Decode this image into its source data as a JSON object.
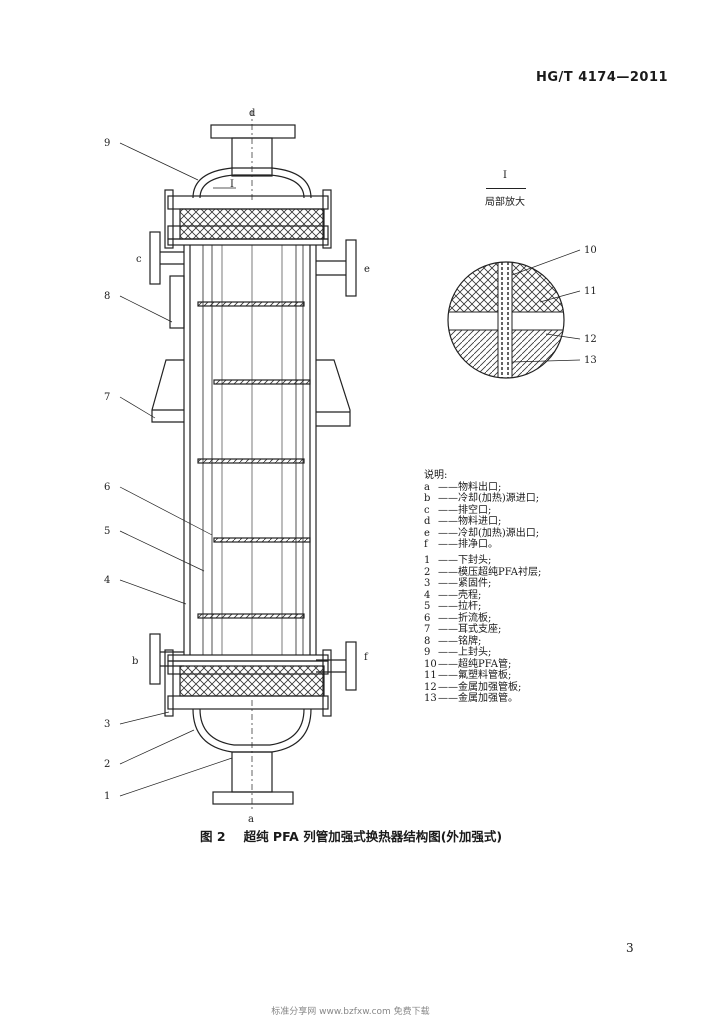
{
  "header": {
    "standard_code": "HG/T 4174—2011"
  },
  "figure": {
    "number": "图 2",
    "title": "超纯 PFA 列管加强式换热器结构图(外加强式)",
    "port_labels": [
      "a",
      "b",
      "c",
      "d",
      "e",
      "f"
    ],
    "part_numbers": [
      "1",
      "2",
      "3",
      "4",
      "5",
      "6",
      "7",
      "8",
      "9"
    ],
    "section_marker": "I",
    "detail": {
      "marker": "I",
      "caption": "局部放大",
      "part_numbers": [
        "10",
        "11",
        "12",
        "13"
      ]
    }
  },
  "legend": {
    "title": "说明:",
    "ports": [
      {
        "key": "a",
        "text": "——物料出口;"
      },
      {
        "key": "b",
        "text": "——冷却(加热)源进口;"
      },
      {
        "key": "c",
        "text": "——排空口;"
      },
      {
        "key": "d",
        "text": "——物料进口;"
      },
      {
        "key": "e",
        "text": "——冷却(加热)源出口;"
      },
      {
        "key": "f",
        "text": "——排净口。"
      }
    ],
    "parts": [
      {
        "key": "1",
        "text": "——下封头;"
      },
      {
        "key": "2",
        "text": "——模压超纯PFA衬层;"
      },
      {
        "key": "3",
        "text": "——紧固件;"
      },
      {
        "key": "4",
        "text": "——壳程;"
      },
      {
        "key": "5",
        "text": "——拉杆;"
      },
      {
        "key": "6",
        "text": "——折流板;"
      },
      {
        "key": "7",
        "text": "——耳式支座;"
      },
      {
        "key": "8",
        "text": "——铭牌;"
      },
      {
        "key": "9",
        "text": "——上封头;"
      },
      {
        "key": "10",
        "text": "——超纯PFA管;"
      },
      {
        "key": "11",
        "text": "——氟塑料管板;"
      },
      {
        "key": "12",
        "text": "——金属加强管板;"
      },
      {
        "key": "13",
        "text": "——金属加强管。"
      }
    ]
  },
  "page_number": "3",
  "footer": "标准分享网 www.bzfxw.com 免费下载"
}
